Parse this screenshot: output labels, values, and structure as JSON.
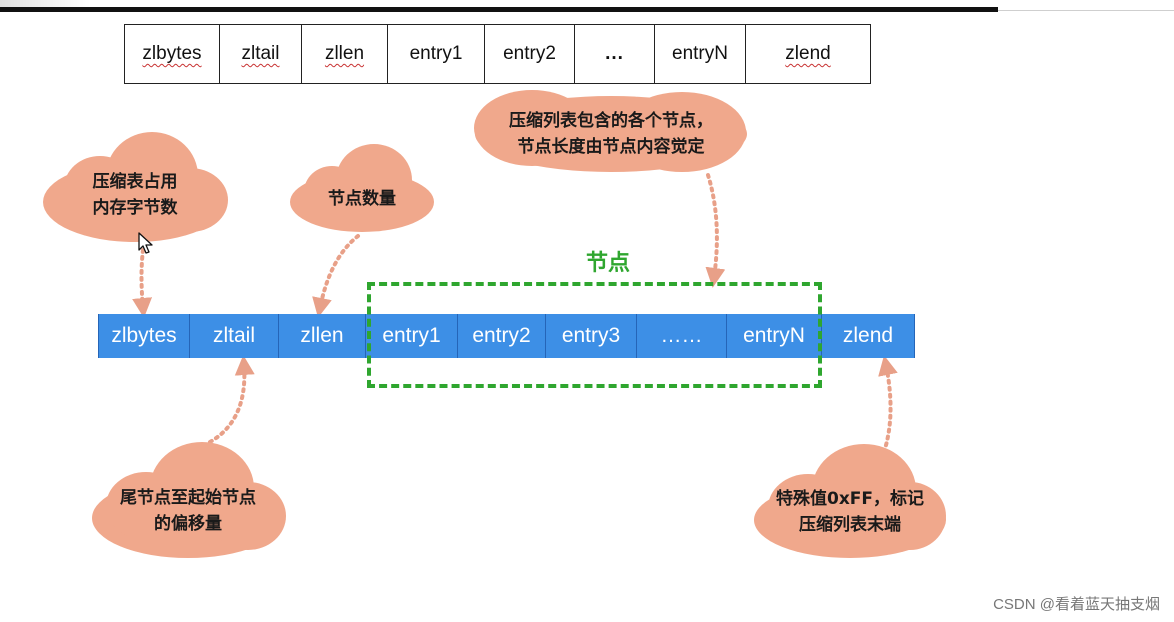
{
  "top_table": {
    "cells": [
      {
        "label": "zlbytes",
        "squiggle": true
      },
      {
        "label": "zltail",
        "squiggle": true
      },
      {
        "label": "zllen",
        "squiggle": true
      },
      {
        "label": "entry1",
        "squiggle": false
      },
      {
        "label": "entry2",
        "squiggle": false
      },
      {
        "label": "...",
        "squiggle": false
      },
      {
        "label": "entryN",
        "squiggle": false
      },
      {
        "label": "zlend",
        "squiggle": true
      }
    ]
  },
  "blue_bar": {
    "cells": [
      "zlbytes",
      "zltail",
      "zllen",
      "entry1",
      "entry2",
      "entry3",
      "……",
      "entryN",
      "zlend"
    ]
  },
  "entries_group_label": "节点",
  "callouts": {
    "zlbytes": "压缩表占用\n内存字节数",
    "zllen": "节点数量",
    "entries": "压缩列表包含的各个节点，\n节点长度由节点内容觉定",
    "zltail": "尾节点至起始节点\n的偏移量",
    "zlend": "特殊值0xFF，标记\n压缩列表末端"
  },
  "colors": {
    "cloud": "#f0a88c",
    "blue": "#3d8fe6",
    "green": "#2fa62f",
    "arrow": "#e8a088"
  },
  "watermark": "CSDN @看着蓝天抽支烟"
}
